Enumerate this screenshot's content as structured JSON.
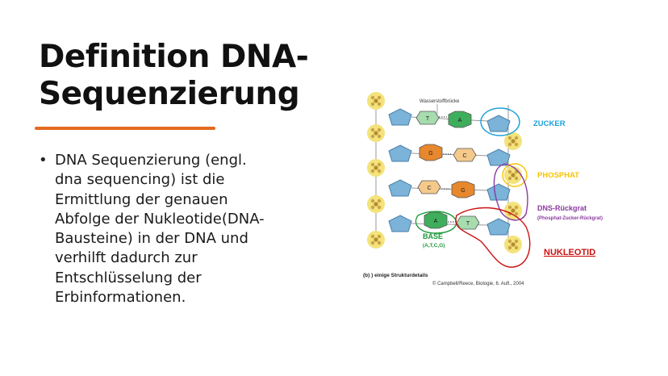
{
  "slide": {
    "title_line1": "Definition DNA-",
    "title_line2": "Sequenzierung",
    "bullet_lines": [
      "DNA Sequenzierung (engl.",
      "dna sequencing) ist die",
      "Ermittlung der genauen",
      "Abfolge der Nukleotide(DNA-",
      "Bausteine) in der DNA und",
      "verhilft dadurch zur",
      "Entschlüsselung der",
      "Erbinformationen."
    ],
    "bullet_symbol": "•"
  },
  "figure": {
    "hydrogen_bond_label": "Wasserstoffbrücke",
    "label_zucker": "ZUCKER",
    "label_phosphat": "PHOSPHAT",
    "label_backbone": "DNS-Rückgrat",
    "label_backbone_sub": "(Phosphat-Zucker-Rückgrat)",
    "label_base": "BASE",
    "label_base_sub": "(A,T,C,G)",
    "label_nukleotid": "NUKLEOTID",
    "caption": "(b) ) einige Strukturdetails",
    "credit": "© Campbell/Reece, Biologie, 6. Aufl., 2004",
    "bases_row1": [
      "T",
      "A"
    ],
    "bases_row2": [
      "G",
      "C"
    ],
    "bases_row3": [
      "C",
      "G"
    ],
    "bases_row4": [
      "A",
      "T"
    ],
    "colors": {
      "accent_line": "#e46a1f",
      "zucker": "#1aa0d8",
      "phosphat": "#f5c400",
      "backbone": "#8a3a9e",
      "base": "#1e9a3a",
      "nukleotid": "#cc1111",
      "sugar_fill": "#7bb3d9",
      "phosphate_fill": "#f3e37a"
    }
  }
}
